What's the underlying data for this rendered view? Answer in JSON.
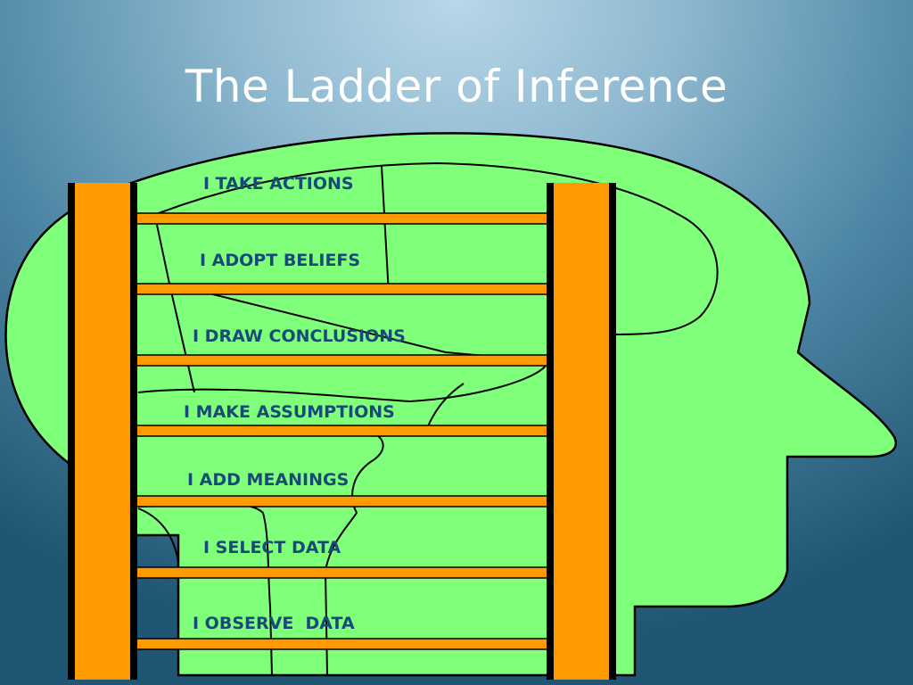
{
  "slide": {
    "title": "The Ladder of Inference"
  },
  "ladder": {
    "steps": [
      "I TAKE ACTIONS",
      "I ADOPT BELIEFS",
      "I DRAW CONCLUSIONS",
      "I MAKE ASSUMPTIONS",
      "I ADD MEANINGS",
      "I SELECT DATA",
      "I OBSERVE  DATA"
    ]
  },
  "colors": {
    "head_fill": "#80ff7a",
    "ladder_fill": "#ff9a00",
    "outline": "#000000",
    "label_text": "#174a78",
    "title_text": "#ffffff"
  }
}
